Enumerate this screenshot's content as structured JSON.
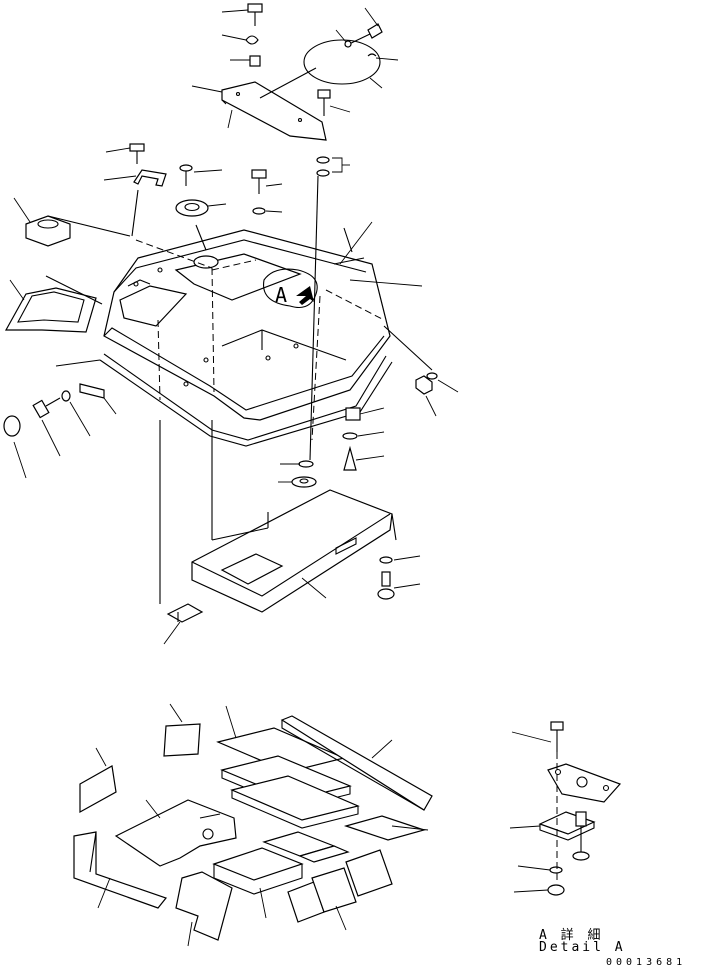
{
  "detail": {
    "callout_letter": "A",
    "title_jp": "A 詳 細",
    "title_en": "Detail A"
  },
  "drawing_number": "00013681"
}
